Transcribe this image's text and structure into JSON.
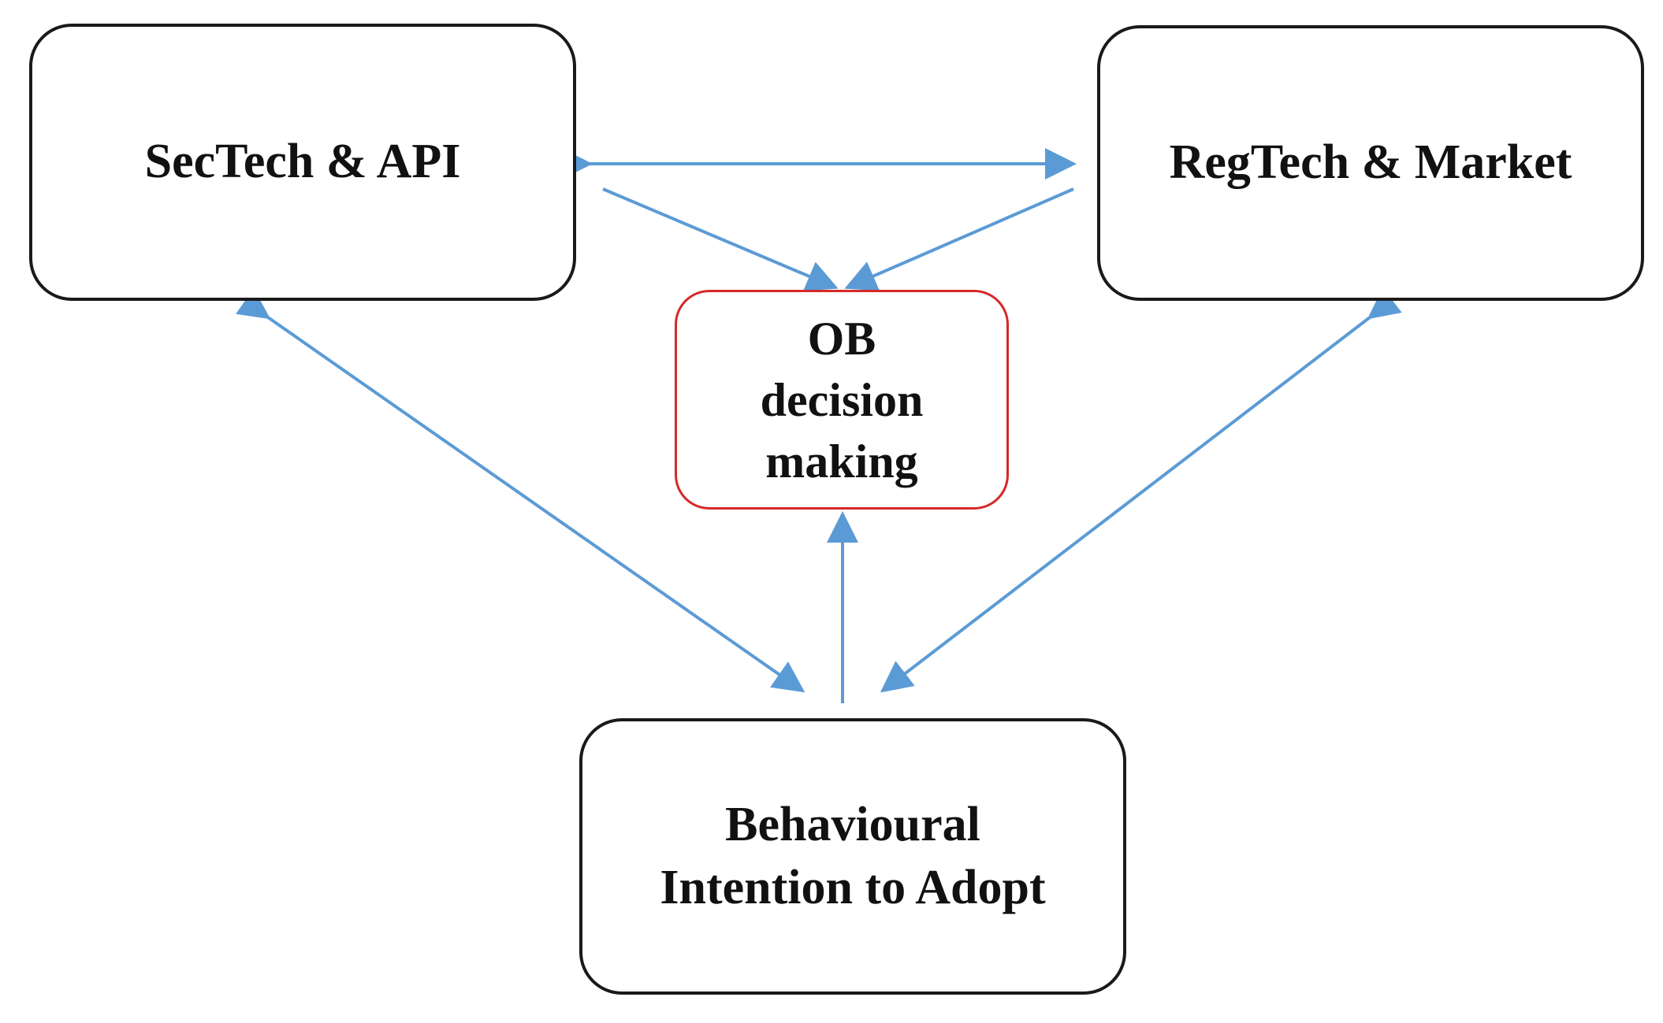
{
  "diagram": {
    "nodes": {
      "sectech": {
        "label": "SecTech & API"
      },
      "regtech": {
        "label": "RegTech & Market"
      },
      "ob": {
        "lines": [
          "OB",
          "decision",
          "making"
        ]
      },
      "behaviour": {
        "lines": [
          "Behavioural",
          "Intention to Adopt"
        ]
      }
    },
    "colors": {
      "arrow": "#5b9bd5",
      "node_border": "#1a1a1a",
      "ob_border": "#d62828"
    }
  }
}
